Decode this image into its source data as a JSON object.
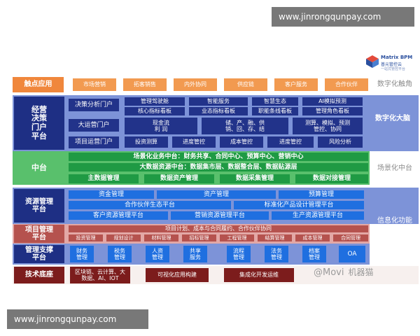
{
  "watermarks": {
    "top": "www.jinrongqunpay.com",
    "bottom": "www.jinrongqunpay.com"
  },
  "logo": {
    "name": "Matrix BPM",
    "cn": "普元管控云",
    "sub": "一站式管控平台"
  },
  "touch": {
    "label": "触点应用",
    "items": [
      "市场营销",
      "拓客销售",
      "内外协同",
      "供应链",
      "客户服务",
      "合作伙伴"
    ],
    "right": "数字化触角"
  },
  "decision": {
    "label": "经营\n决策\n门户\n平台",
    "right": "数字化大脑",
    "portals": [
      "决策分析门户",
      "大运营门户",
      "项目运营门户"
    ],
    "row1": [
      "管理驾驶舱",
      "智能服务",
      "智慧生态",
      "AI模拟预测"
    ],
    "row2": [
      "核心指标看板",
      "业态指标看板",
      "职能条线看板",
      "管理角色看板"
    ],
    "row3": [
      "现金流\n利  润",
      "储、产、融、供\n销、回、存、结",
      "测算、模拟、预测\n管控、协同"
    ],
    "row4": [
      "投资测算",
      "进度管控",
      "成本管控",
      "进度管控",
      "风险分析"
    ]
  },
  "middle": {
    "label": "中台",
    "right": "场景化中台",
    "bar1": "场景化业务中台：财务共享、合同中心、预算中心、营销中心",
    "bar2": "大数据资源中台：数据集市层、数据整合层、数据贴源层",
    "items": [
      "主数据管理",
      "数据资产管理",
      "数据采集管理",
      "数据对接管理"
    ]
  },
  "resource": {
    "label": "资源管理\n平台",
    "right": "信息化功能",
    "row1": [
      "资金管理",
      "资产管理",
      "预算管理"
    ],
    "row2": [
      "合作伙伴生态平台",
      "标准化产品设计管理平台"
    ],
    "row3": [
      "客户资源管理平台",
      "营销资源管理平台",
      "生产资源管理平台"
    ]
  },
  "project": {
    "label": "项目管理\n平台",
    "bar": "项目计划、成本与合同履约、合作伙伴协同",
    "items": [
      "投资管理",
      "规划设计",
      "材料管理",
      "招标管理",
      "工程管理",
      "结算管理",
      "成本管理",
      "合同管理"
    ]
  },
  "support": {
    "label": "管理支撑\n平台",
    "items": [
      "财务\n管理",
      "税务\n管理",
      "人资\n管理",
      "共享\n服务",
      "流程\n管理",
      "法务\n管理",
      "档案\n管理",
      "OA"
    ]
  },
  "tech": {
    "label": "技术底座",
    "items": [
      "区块链、云计算、大\n数据、AI、IOT",
      "可视化应用构建",
      "集成化开发运维"
    ],
    "note": "@Movi",
    "note2": "机器猫"
  },
  "colors": {
    "orange": "#f29a50",
    "navy": "#1e2f84",
    "green": "#59c06c",
    "darkgreen": "#1f9a44",
    "blue": "#1f6fe0",
    "band": "#7d93d8",
    "pink": "#e3a8a6",
    "maroon": "#8e2a26"
  }
}
